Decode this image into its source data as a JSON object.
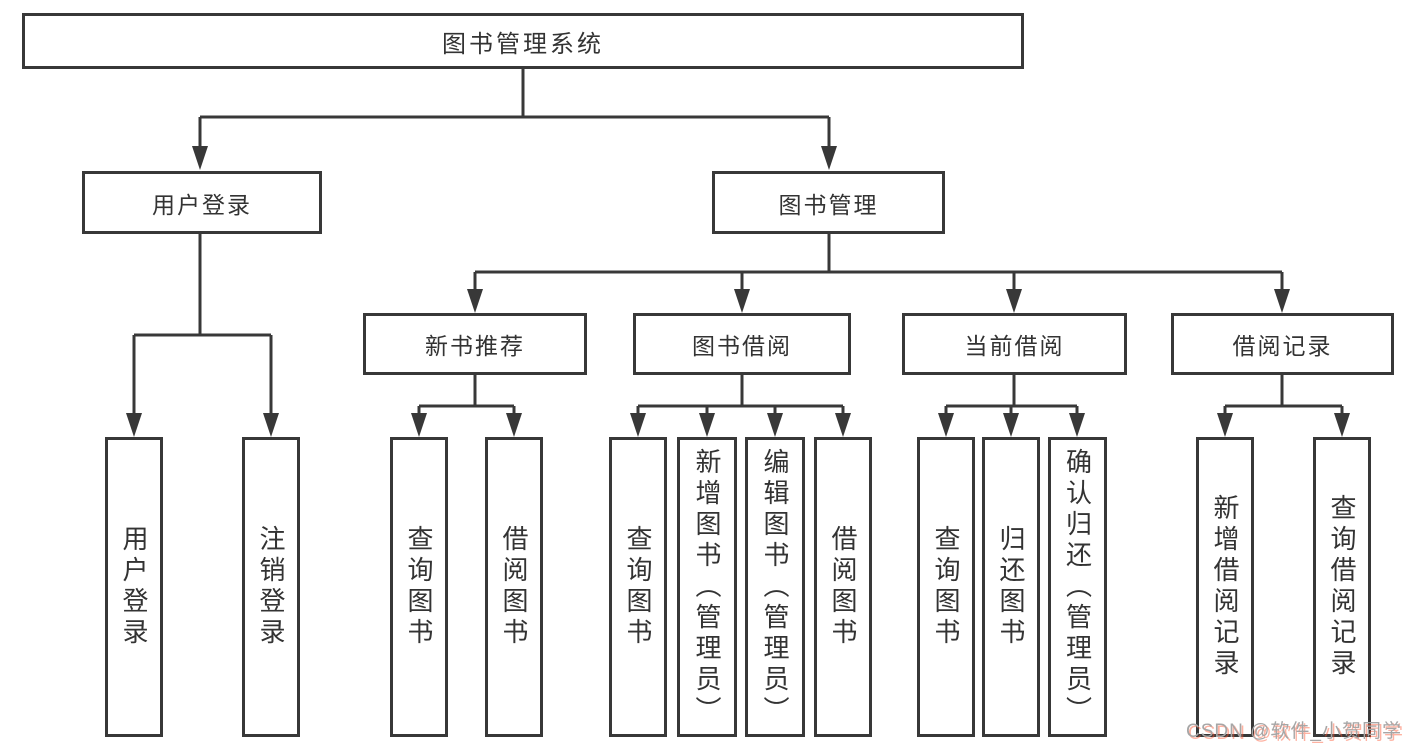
{
  "diagram": {
    "root": {
      "label": "图书管理系统"
    },
    "level2": [
      {
        "label": "用户登录"
      },
      {
        "label": "图书管理"
      }
    ],
    "level3": [
      {
        "label": "新书推荐",
        "parent": "图书管理"
      },
      {
        "label": "图书借阅",
        "parent": "图书管理"
      },
      {
        "label": "当前借阅",
        "parent": "图书管理"
      },
      {
        "label": "借阅记录",
        "parent": "图书管理"
      }
    ],
    "leaves": [
      {
        "label": "用户登录",
        "parent": "用户登录"
      },
      {
        "label": "注销登录",
        "parent": "用户登录"
      },
      {
        "label": "查询图书",
        "parent": "新书推荐"
      },
      {
        "label": "借阅图书",
        "parent": "新书推荐"
      },
      {
        "label": "查询图书",
        "parent": "图书借阅"
      },
      {
        "label": "新增图书（管理员）",
        "parent": "图书借阅"
      },
      {
        "label": "编辑图书（管理员）",
        "parent": "图书借阅"
      },
      {
        "label": "借阅图书",
        "parent": "图书借阅"
      },
      {
        "label": "查询图书",
        "parent": "当前借阅"
      },
      {
        "label": "归还图书",
        "parent": "当前借阅"
      },
      {
        "label": "确认归还（管理员）",
        "parent": "当前借阅"
      },
      {
        "label": "新增借阅记录",
        "parent": "借阅记录"
      },
      {
        "label": "查询借阅记录",
        "parent": "借阅记录"
      }
    ],
    "colors": {
      "line": "#383838",
      "box_border": "#383838",
      "box_fill": "#ffffff",
      "text": "#333333"
    }
  },
  "watermark": {
    "text": "CSDN @软件_小贺同学",
    "color": "#a6a6a6",
    "shadow_color": "#fc5531"
  }
}
